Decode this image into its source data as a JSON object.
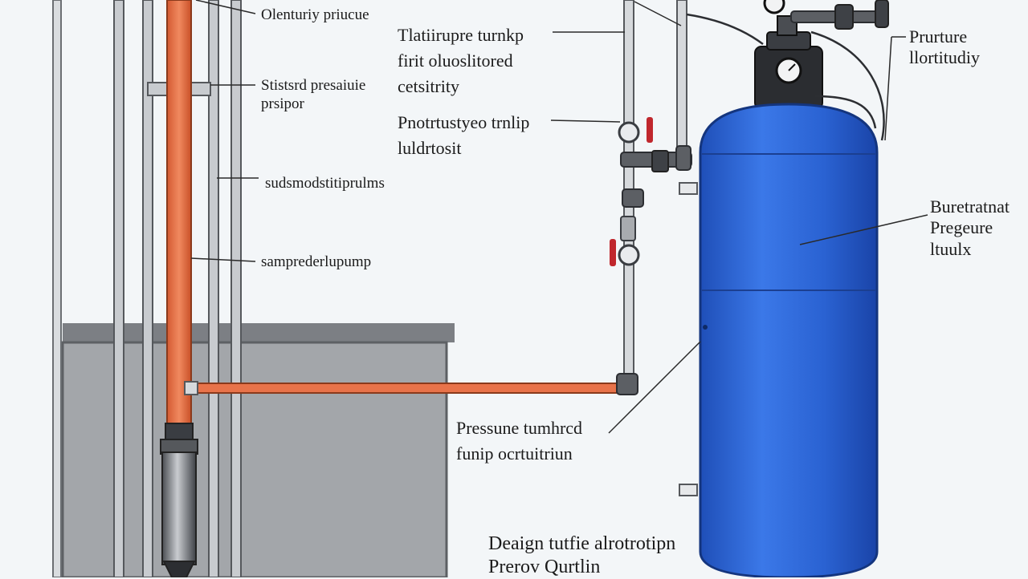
{
  "labels": {
    "top_left": "Olenturiy priucue",
    "static_pressure": "Stistsrd presaiuie\nprsipor",
    "submersible": "sudsmodstitiprulms",
    "pump": "samprederlupump",
    "top_center": "Tlatiirupre turnkp\nfirit oluoslitored\ncetsitrity",
    "protector": "Pnotrtustyeo trnlip\nluldrtosit",
    "right_top": "Prurture\nllortitudiy",
    "right_mid": "Buretratnat\nPregeure\nltuulx",
    "bottom_mid": "Pressune tumhrcd\nfunip ocrtuitriun",
    "bottom": "Deaign tutfie alrotrotipn\nPrerov Qurtlin"
  },
  "colors": {
    "tank_blue": "#2f6ad8",
    "pipe_orange": "#e8734a",
    "pit_gray": "#9ea1a5",
    "valve_red": "#c0272d",
    "frame_gray": "#6b6f73"
  }
}
